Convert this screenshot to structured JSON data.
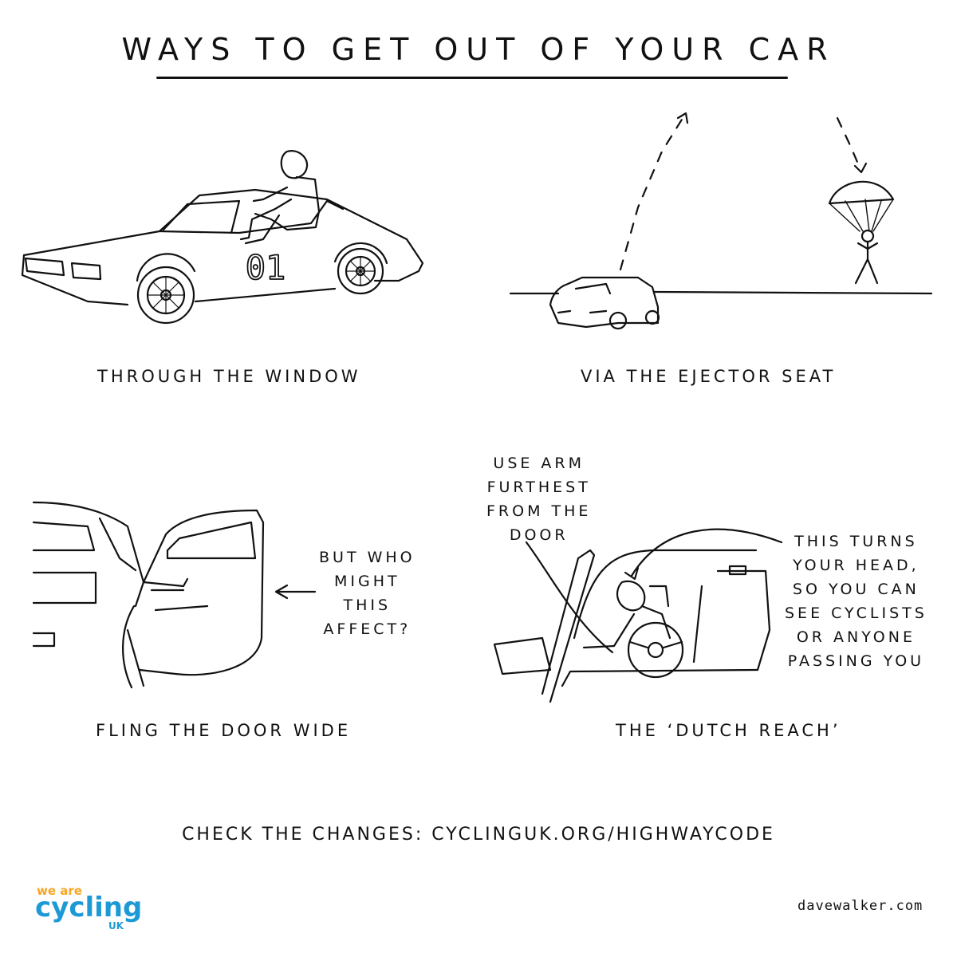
{
  "title": "WAYS TO GET OUT OF YOUR CAR",
  "panels": [
    {
      "caption": "THROUGH THE WINDOW",
      "car_number": "01"
    },
    {
      "caption": "VIA  THE EJECTOR SEAT"
    },
    {
      "caption": "FLING THE DOOR WIDE",
      "note": "BUT WHO\nMIGHT\nTHIS\nAFFECT?"
    },
    {
      "caption": "THE ‘DUTCH REACH’",
      "note_left": "USE ARM\nFURTHEST\nFROM THE\nDOOR",
      "note_right": "THIS TURNS\nYOUR HEAD,\nSO YOU CAN\nSEE CYCLISTS\nOR ANYONE\nPASSING YOU"
    }
  ],
  "footer": "CHECK THE CHANGES: CYCLINGUK.ORG/HIGHWAYCODE",
  "logo": {
    "line1": "we are",
    "line2": "cycling",
    "line3": "UK",
    "colors": {
      "we_are": "#f5a623",
      "cycling": "#1d9ad6"
    }
  },
  "credit": "davewalker.com"
}
